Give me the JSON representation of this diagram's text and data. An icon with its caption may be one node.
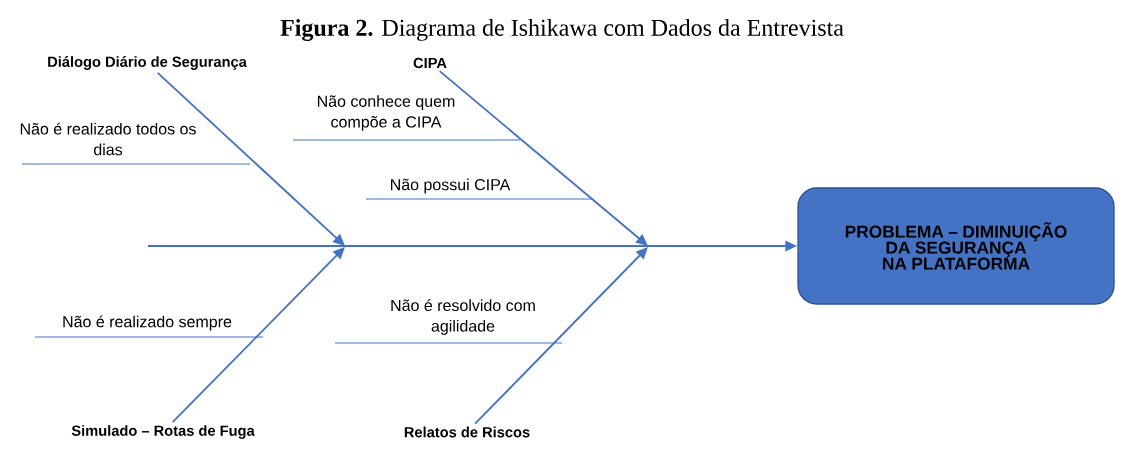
{
  "diagram": {
    "title": "**Figura 2.** Diagrama de Ishikawa com Dados da Entrevista",
    "nodes": [
      {
        "text": [
          "Diálogo Diário de Segurança"
        ]
      },
      {
        "text": [
          "CIPA"
        ]
      },
      {
        "text": [
          "Simulado – Rotas de Fuga"
        ]
      },
      {
        "text": [
          "Relatos de Riscos"
        ]
      },
      {
        "text": [
          "PROBLEMA – DIMINUIÇÃO DA SEGURANÇA NA PLATAFORMA"
        ]
      }
    ],
    "edges": [
      {
        "from": 0,
        "to": null,
        "arrow": "to"
      },
      {
        "from": 1,
        "to": null,
        "arrow": "to"
      },
      {
        "from": 2,
        "to": null,
        "arrow": "to"
      },
      {
        "from": 3,
        "to": null,
        "arrow": "to"
      },
      {
        "from": null,
        "to": 4,
        "arrow": "to"
      }
    ],
    "labels": [
      "Não é realizado todos os dias",
      "Não conhece quem compõe a CIPA",
      "Não possui CIPA",
      "Não é realizado sempre",
      "Não é resolvido com agilidade"
    ]
  }
}
